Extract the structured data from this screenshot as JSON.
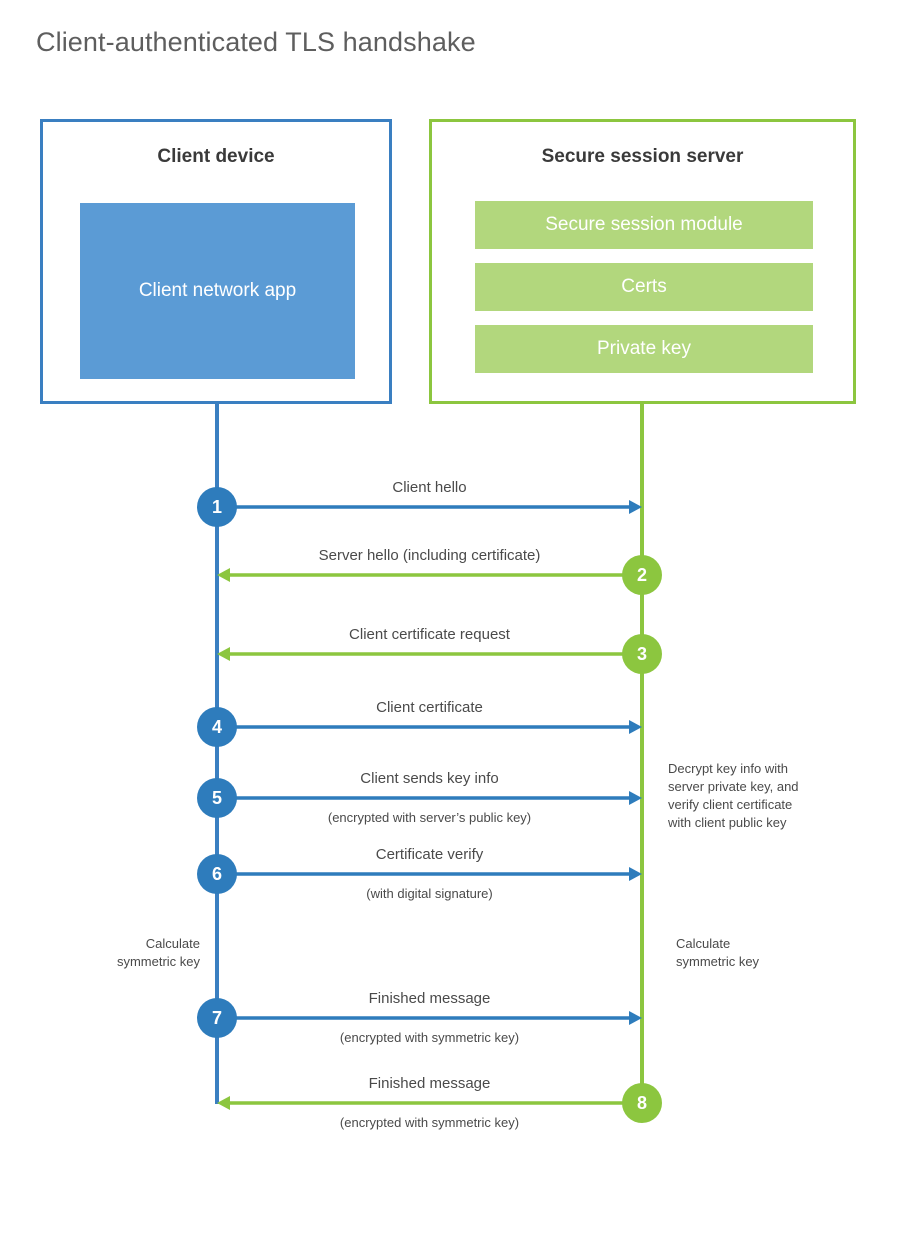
{
  "title": "Client-authenticated TLS handshake",
  "colors": {
    "client_border": "#3a7fc1",
    "client_fill": "#5b9bd5",
    "client_accent": "#2e7cbc",
    "server_border": "#8cc63f",
    "server_fill": "#b2d77d",
    "server_accent": "#8cc63f",
    "text": "#4a4a4a",
    "title_text": "#5e5e5e",
    "background": "#ffffff"
  },
  "participants": {
    "client": {
      "title": "Client device",
      "components": [
        {
          "label": "Client network app"
        }
      ]
    },
    "server": {
      "title": "Secure session server",
      "components": [
        {
          "label": "Secure session module"
        },
        {
          "label": "Certs"
        },
        {
          "label": "Private key"
        }
      ]
    }
  },
  "messages": [
    {
      "step": "1",
      "label": "Client hello",
      "sublabel": "",
      "direction": "client-to-server",
      "origin": "client"
    },
    {
      "step": "2",
      "label": "Server hello (including certificate)",
      "sublabel": "",
      "direction": "server-to-client",
      "origin": "server"
    },
    {
      "step": "3",
      "label": "Client certificate request",
      "sublabel": "",
      "direction": "server-to-client",
      "origin": "server"
    },
    {
      "step": "4",
      "label": "Client certificate",
      "sublabel": "",
      "direction": "client-to-server",
      "origin": "client"
    },
    {
      "step": "5",
      "label": "Client sends key info",
      "sublabel": "(encrypted with server’s public key)",
      "direction": "client-to-server",
      "origin": "client"
    },
    {
      "step": "6",
      "label": "Certificate verify",
      "sublabel": "(with digital signature)",
      "direction": "client-to-server",
      "origin": "client"
    },
    {
      "step": "7",
      "label": "Finished message",
      "sublabel": "(encrypted with symmetric key)",
      "direction": "client-to-server",
      "origin": "client"
    },
    {
      "step": "8",
      "label": "Finished message",
      "sublabel": "(encrypted with symmetric key)",
      "direction": "server-to-client",
      "origin": "server"
    }
  ],
  "notes": {
    "server_decrypt": [
      "Decrypt key info with",
      "server private key, and",
      "verify client certificate",
      "with client public key"
    ],
    "client_calculate": [
      "Calculate",
      "symmetric key"
    ],
    "server_calculate": [
      "Calculate",
      "symmetric key"
    ]
  }
}
